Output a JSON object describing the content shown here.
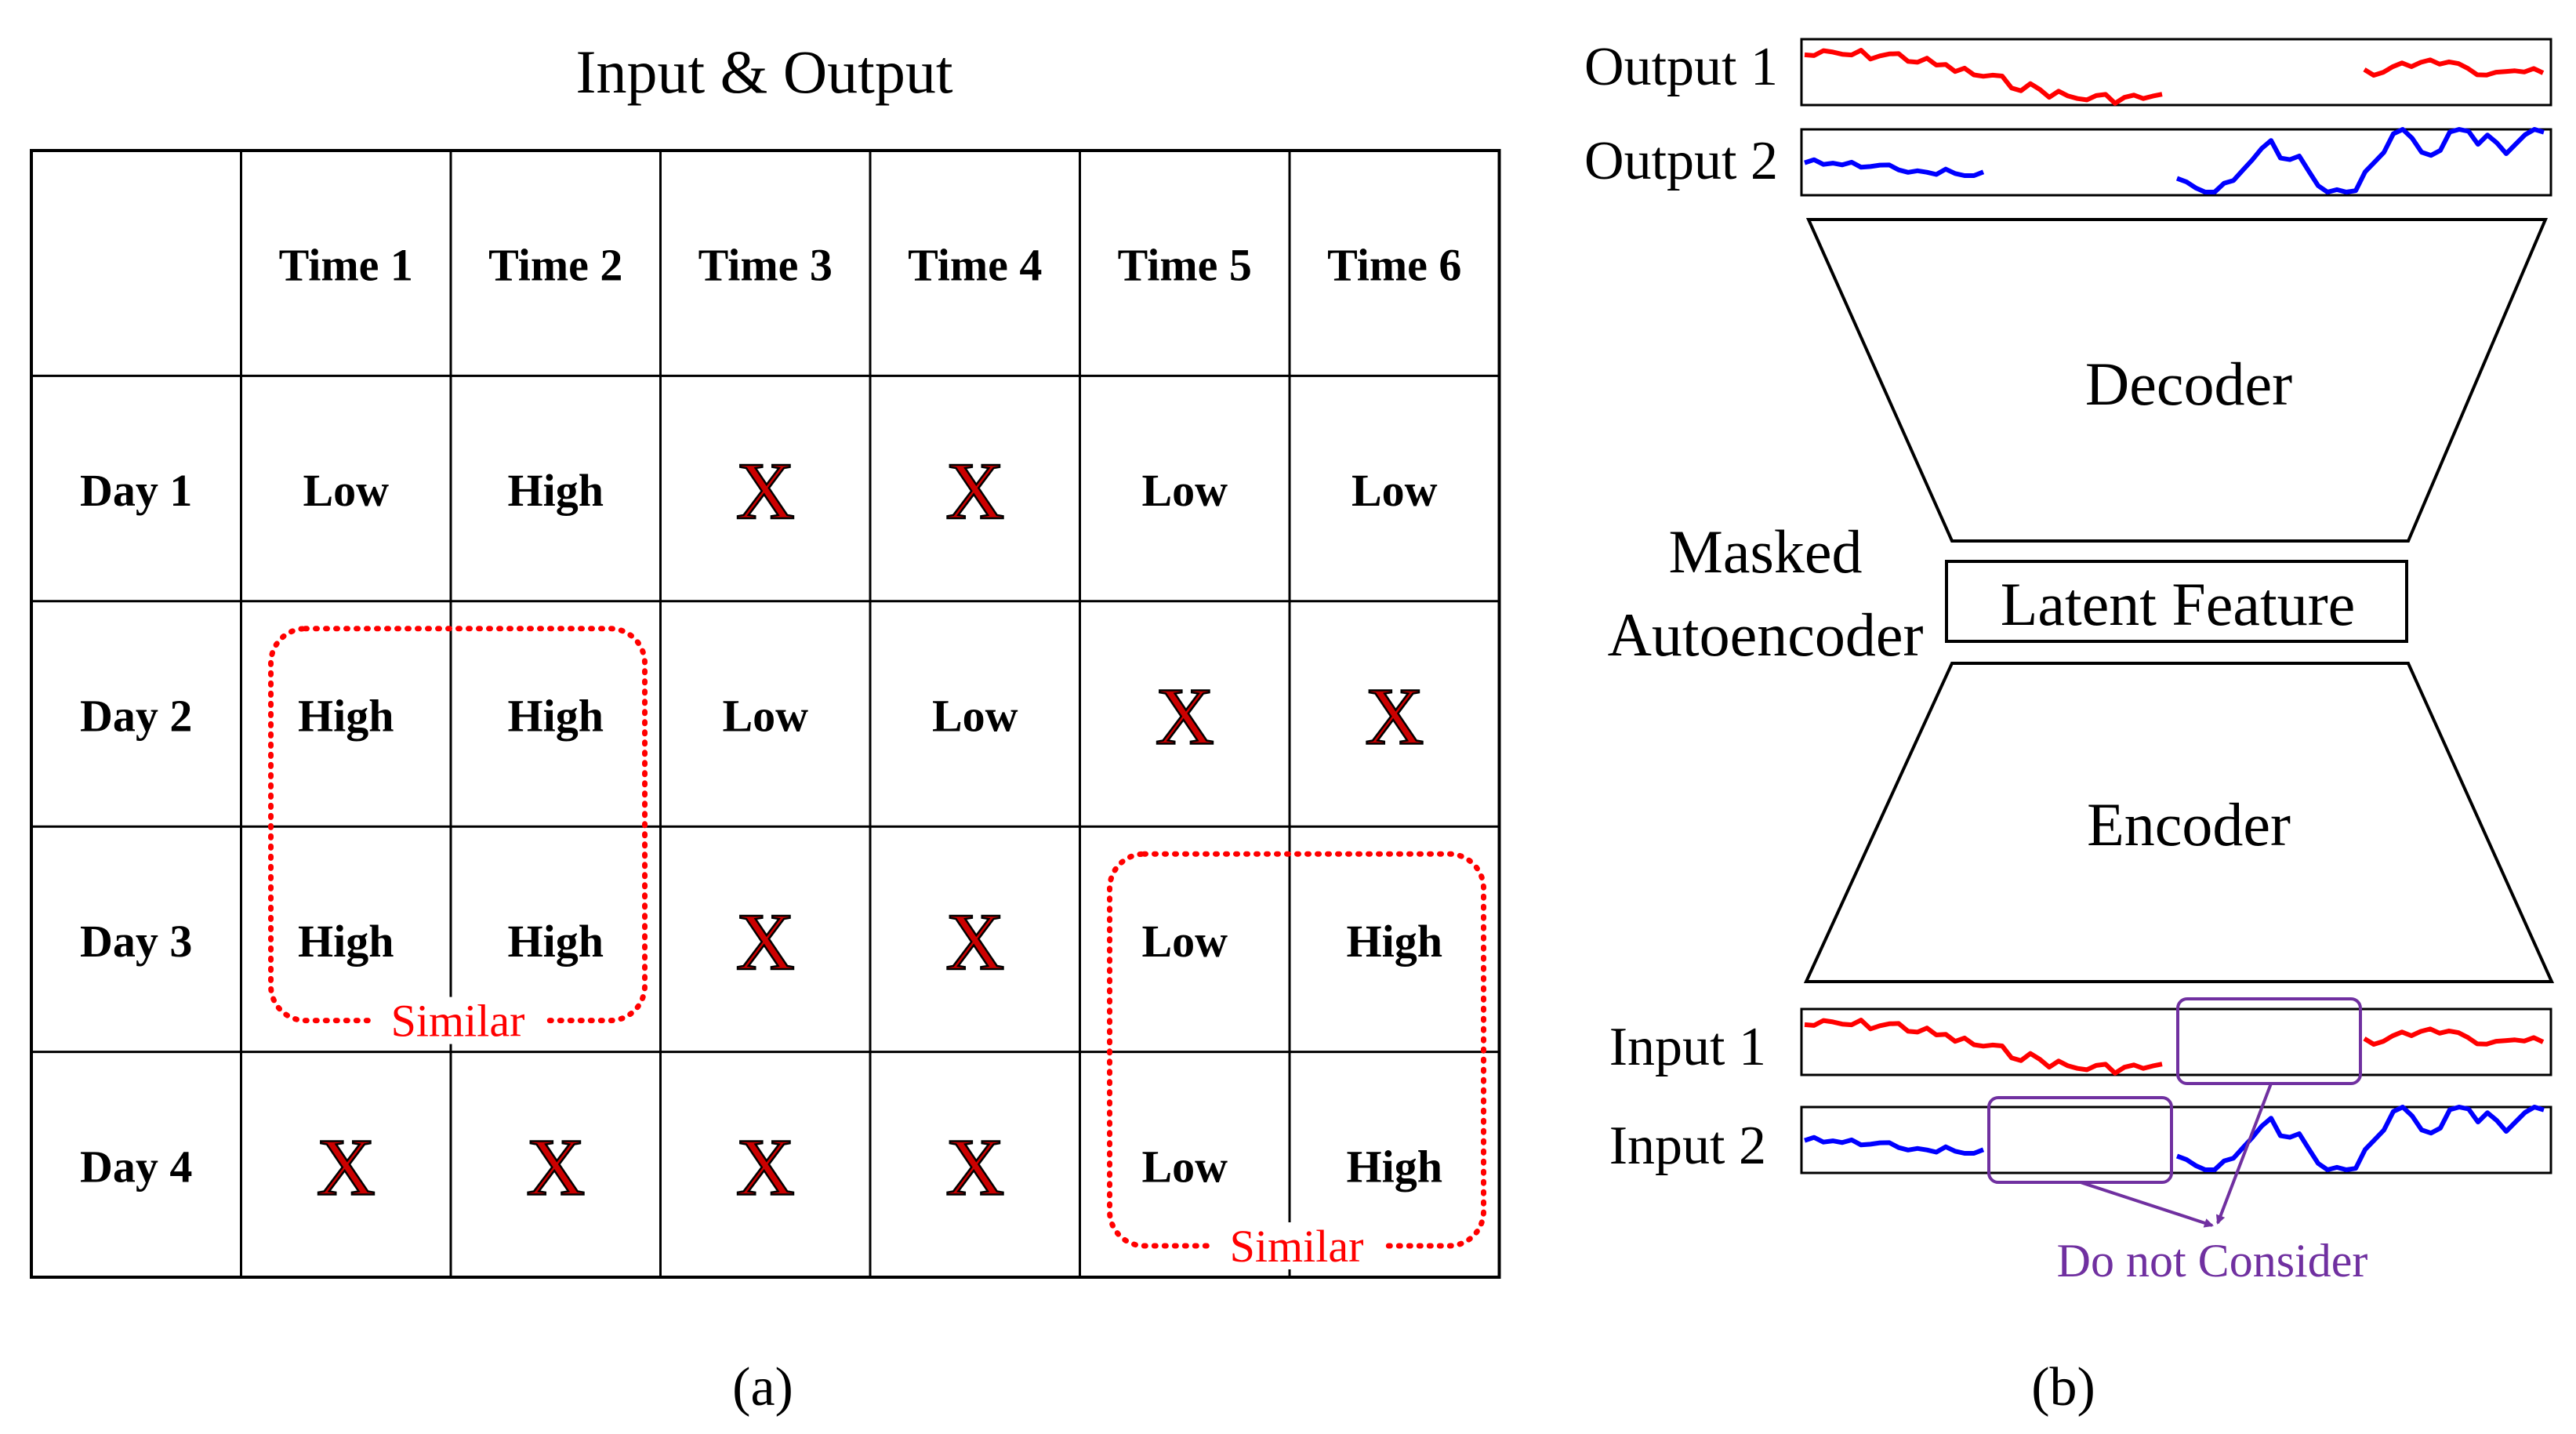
{
  "panel_a": {
    "title": "Input & Output",
    "column_headers": [
      "Time 1",
      "Time 2",
      "Time 3",
      "Time 4",
      "Time 5",
      "Time 6"
    ],
    "rows": [
      {
        "label": "Day 1",
        "cells": [
          "Low",
          "High",
          "X",
          "X",
          "Low",
          "Low"
        ]
      },
      {
        "label": "Day 2",
        "cells": [
          "High",
          "High",
          "Low",
          "Low",
          "X",
          "X"
        ]
      },
      {
        "label": "Day 3",
        "cells": [
          "High",
          "High",
          "X",
          "X",
          "Low",
          "High"
        ]
      },
      {
        "label": "Day 4",
        "cells": [
          "X",
          "X",
          "X",
          "X",
          "Low",
          "High"
        ]
      }
    ],
    "similar_groups": [
      {
        "label": "Similar",
        "rows": [
          "Day 2",
          "Day 3"
        ],
        "columns": [
          "Time 1",
          "Time 2"
        ]
      },
      {
        "label": "Similar",
        "rows": [
          "Day 3",
          "Day 4"
        ],
        "columns": [
          "Time 5",
          "Time 6"
        ]
      }
    ],
    "caption": "(a)"
  },
  "panel_b": {
    "outputs": [
      "Output 1",
      "Output 2"
    ],
    "decoder_label": "Decoder",
    "encoder_label": "Encoder",
    "latent_label": "Latent Feature",
    "model_label": [
      "Masked",
      "Autoencoder"
    ],
    "inputs": [
      "Input 1",
      "Input 2"
    ],
    "mask_note": "Do not Consider",
    "caption": "(b)"
  },
  "colors": {
    "series_1": "#ff0000",
    "series_2": "#0000ff",
    "similar": "#ff0000",
    "missing_mark": "#cc0000",
    "mask": "#7030a0"
  },
  "icons": {
    "missing_mark": "x-mark-icon"
  }
}
